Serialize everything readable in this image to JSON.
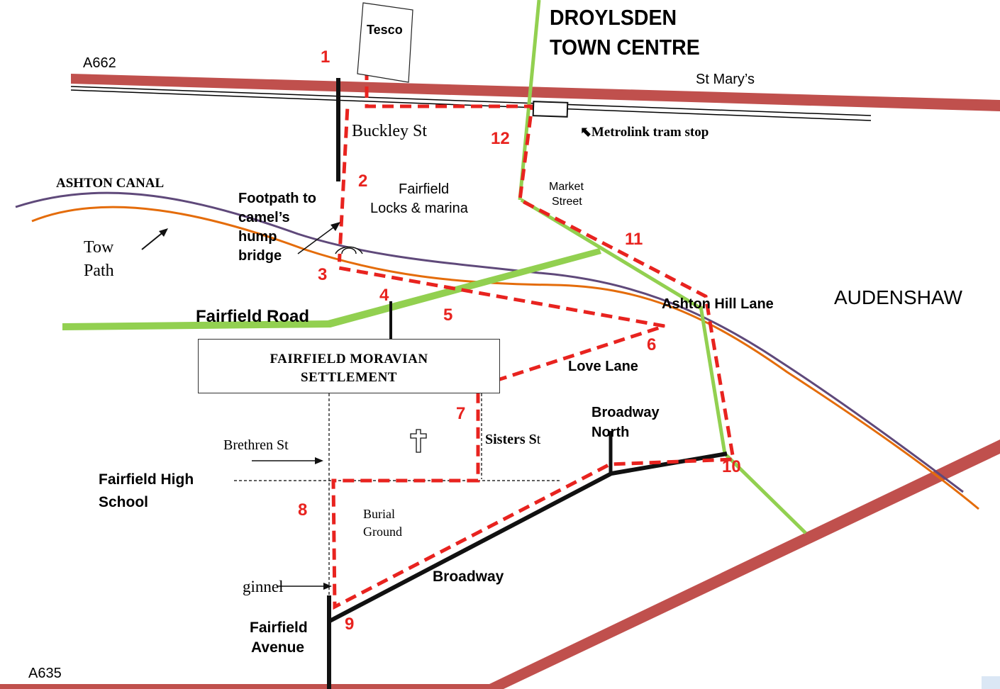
{
  "colors": {
    "a_road": "#c0504d",
    "green_road": "#92d050",
    "route": "#e8231f",
    "canal_purple": "#5f497a",
    "towpath_orange": "#e46c0a",
    "black_road": "#111111"
  },
  "labels": {
    "droylsden_line1": "DROYLSDEN",
    "droylsden_line2": "TOWN CENTRE",
    "tesco": "Tesco",
    "a662": "A662",
    "st_marys": "St Mary’s",
    "buckley_st": "Buckley St",
    "metrolink": "Metrolink tram stop",
    "ashton_canal": "ASHTON CANAL",
    "footpath": [
      "Footpath to",
      "camel’s",
      "hump",
      "bridge"
    ],
    "fairfield_locks": [
      "Fairfield",
      "Locks & marina"
    ],
    "market_street": [
      "Market",
      "Street"
    ],
    "tow_path": [
      "Tow",
      "Path"
    ],
    "audenshaw": "AUDENSHAW",
    "ashton_hill_lane": "Ashton Hill Lane",
    "fairfield_road": "Fairfield Road",
    "moravian": [
      "FAIRFIELD MORAVIAN",
      "SETTLEMENT"
    ],
    "love_lane": "Love Lane",
    "broadway_north": [
      "Broadway",
      "North"
    ],
    "sisters_st_bold": "Sisters S",
    "sisters_st_rest": "t",
    "brethren_st": "Brethren St",
    "fairfield_high_school": [
      "Fairfield High",
      "School"
    ],
    "burial_ground": [
      "Burial",
      "Ground"
    ],
    "broadway": "Broadway",
    "ginnel": "ginnel",
    "fairfield_avenue": [
      "Fairfield",
      "Avenue"
    ],
    "a635": "A635"
  },
  "icons": {
    "church": "cross-icon",
    "bridge": "bridge-icon",
    "metro_arrow": "⬉"
  },
  "route_points": [
    "1",
    "2",
    "3",
    "4",
    "5",
    "6",
    "7",
    "8",
    "9",
    "10",
    "11",
    "12"
  ]
}
